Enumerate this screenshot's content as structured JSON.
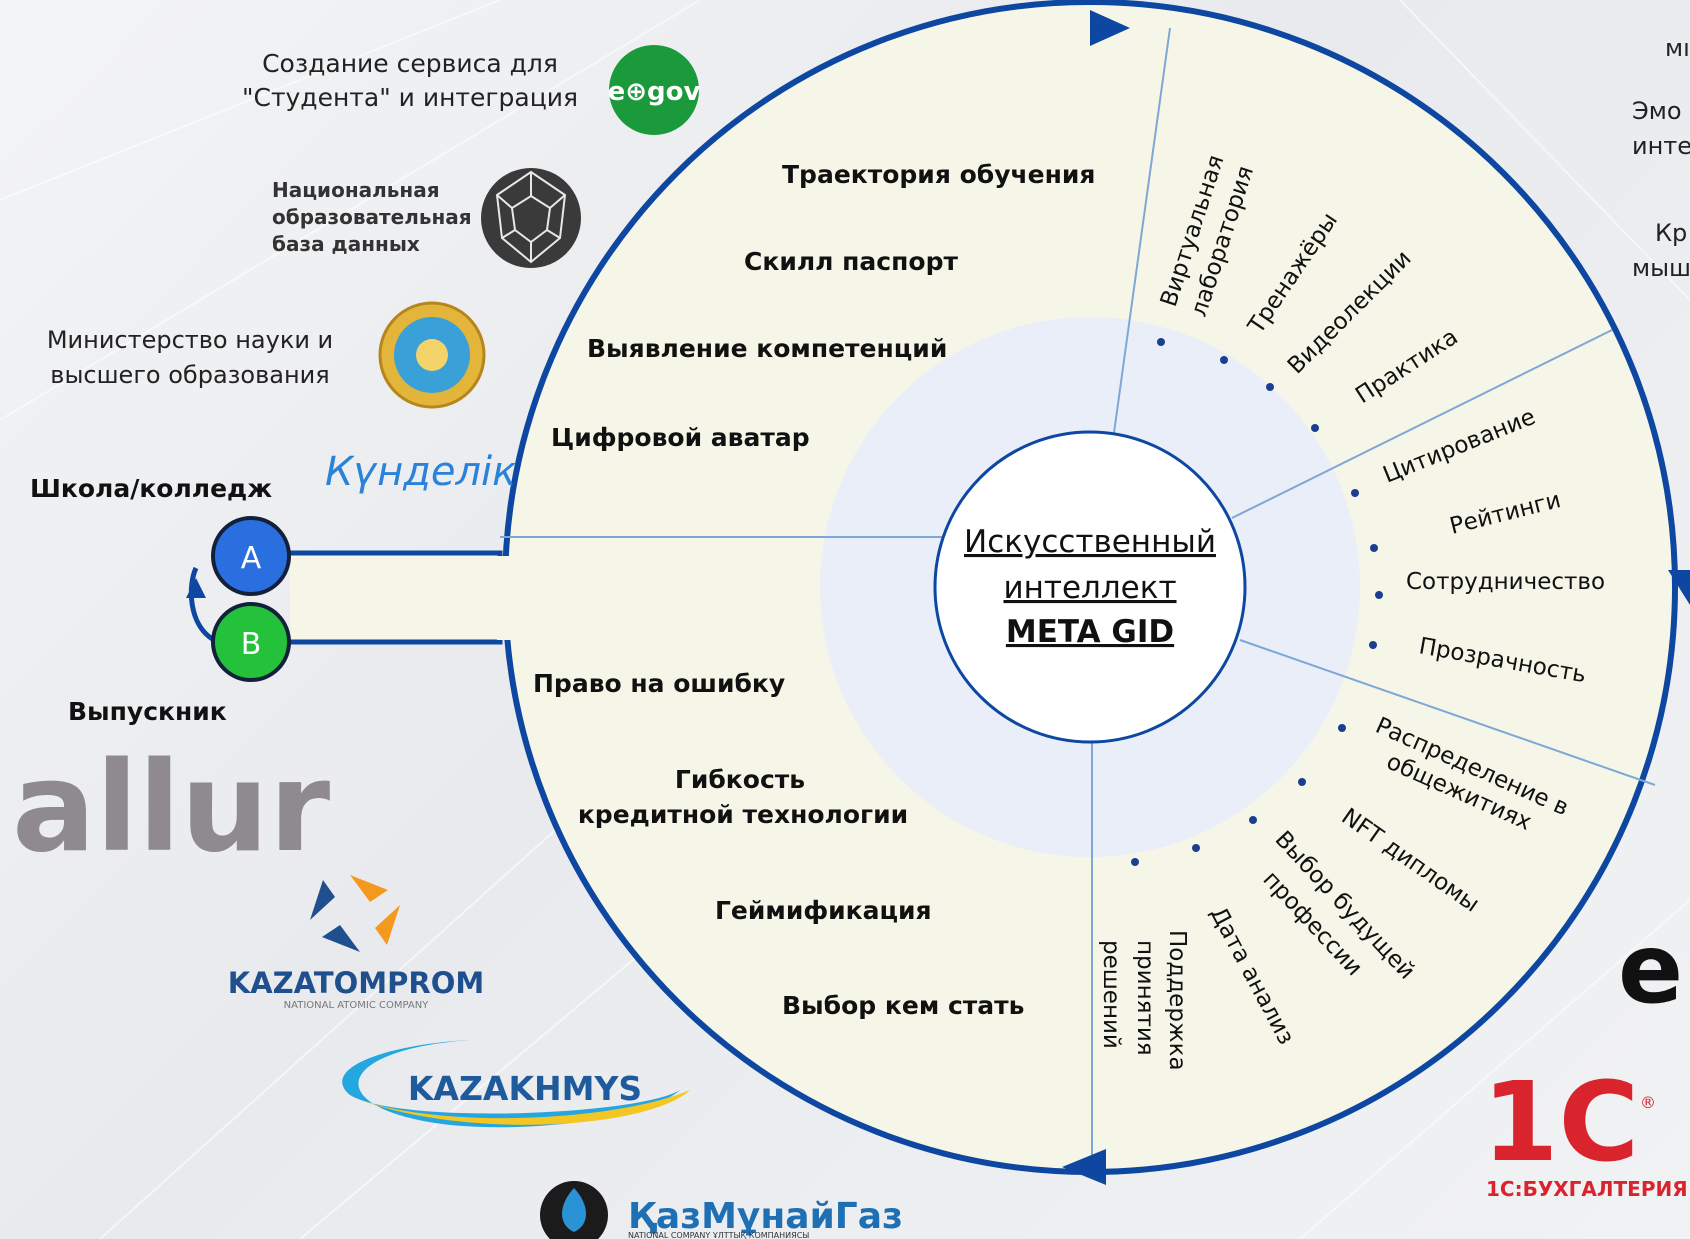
{
  "center": {
    "line1": "Искусственный",
    "line2": "интеллект",
    "line3": "META GID"
  },
  "nodes": {
    "a_letter": "A",
    "b_letter": "B",
    "a_label": "Школа/колледж",
    "b_label": "Выпускник"
  },
  "upper_left_items": [
    "Траектория обучения",
    "Скилл паспорт",
    "Выявление компетенций",
    "Цифровой аватар"
  ],
  "lower_left_items": [
    "Право на ошибку",
    "Гибкость",
    "кредитной технологии",
    "Геймификация",
    "Выбор кем стать"
  ],
  "sector_top_right": [
    "Виртуальная",
    "лаборатория",
    "Тренажёры",
    "Видеолекции",
    "Практика"
  ],
  "sector_right": [
    "Цитирование",
    "Рейтинги",
    "Сотрудничество",
    "Прозрачность"
  ],
  "sector_bottom_right": [
    "Распределение в",
    "общежитиях",
    "NFT дипломы",
    "Выбор будущей",
    "профессии",
    "Дата анализ",
    "Поддержка",
    "принятия",
    "решений"
  ],
  "partners_left": {
    "egov_caption_1": "Создание сервиса для",
    "egov_caption_2": "\"Студента\" и интеграция",
    "egov_logo": "e⊕gov",
    "nobd_1": "Национальная",
    "nobd_2": "образовательная",
    "nobd_3": "база данных",
    "ministry_1": "Министерство науки и",
    "ministry_2": "высшего образования",
    "kundelik": "Күнделік",
    "allur": "allur",
    "kazatomprom": "KAZATOMPROM",
    "kazatomprom_sub": "NATIONAL ATOMIC COMPANY",
    "kazakhmys": "KAZAKHMYS",
    "kmg": "ҚазМұнайГаз",
    "kmg_sub": "NATIONAL COMPANY ҰЛТТЫҚ КОМПАНИЯСЫ"
  },
  "partners_right": {
    "text_1": "мı",
    "text_2": "Эмо",
    "text_3": "инте",
    "text_4": "Кр",
    "text_5": "мыш",
    "logo_partial": "e",
    "onec_logo": "1С",
    "onec_reg": "®",
    "onec_caption": "1С:БУХГАЛТЕРИЯ"
  },
  "colors": {
    "ring_blue": "#0d47a1",
    "disk_fill": "#f6f6e8",
    "inner_fill": "#e9eef8",
    "divider": "#7fa7d6",
    "node_a": "#2a6fe0",
    "node_b": "#23c23a",
    "egov_green": "#1a9a3a",
    "onec_red": "#d9232d",
    "kmg_blue": "#1f6fb5",
    "kazakhmys_blue": "#1f5a9c",
    "kazakhmys_yellow": "#f3c623",
    "kazatom_orange": "#f39a1e",
    "allur_gray": "#8f8a8e"
  }
}
